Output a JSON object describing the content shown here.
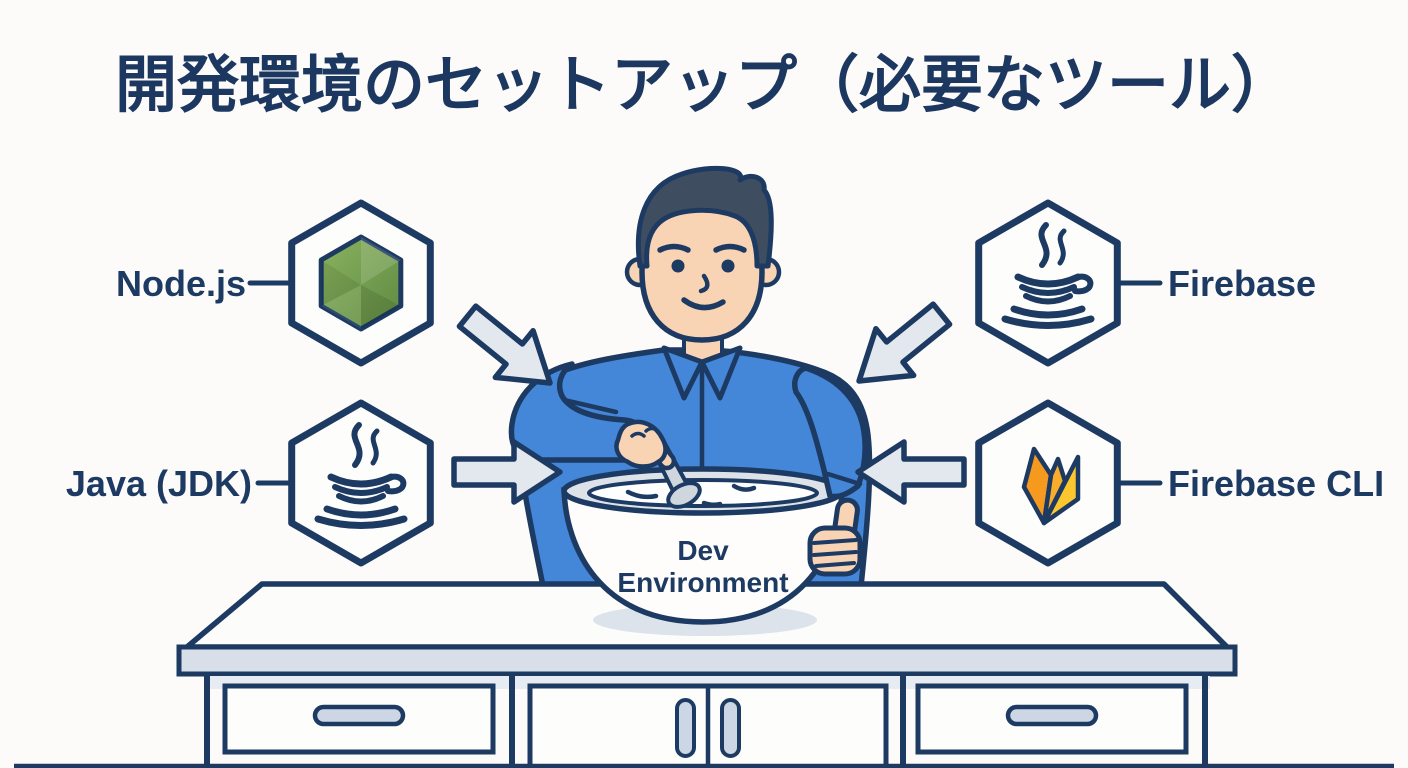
{
  "title": "開発環境のセットアップ（必要なツール）",
  "bowl": {
    "line1": "Dev",
    "line2": "Environment"
  },
  "tools": [
    {
      "label": "Node.js",
      "icon": "nodejs-hexagon-icon",
      "position": "top-left"
    },
    {
      "label": "Java (JDK)",
      "icon": "java-cup-icon",
      "position": "bottom-left"
    },
    {
      "label": "Firebase",
      "icon": "java-cup-icon",
      "position": "top-right"
    },
    {
      "label": "Firebase CLI",
      "icon": "firebase-flame-icon",
      "position": "bottom-right"
    }
  ],
  "colors": {
    "outline_navy": "#1d3a63",
    "title_text": "#1c3860",
    "shirt_blue": "#4486d8",
    "skin": "#f8d3b4",
    "hair": "#3f4d60",
    "node_green_light": "#86ae5c",
    "node_green_dark": "#5e8a41",
    "firebase_orange": "#f5991f",
    "firebase_yellow": "#fcc62f",
    "arrow_fill": "#e3e8ee",
    "desk_band": "#d8dfe9",
    "bowl_rim": "#dde2e8",
    "background": "#fcfbf9"
  }
}
